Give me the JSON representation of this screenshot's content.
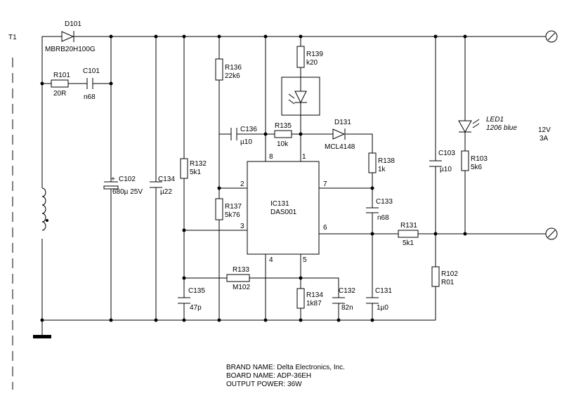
{
  "transformer": {
    "label": "T1"
  },
  "components": {
    "D101": {
      "ref": "D101",
      "value": "MBRB20H100G"
    },
    "R101": {
      "ref": "R101",
      "value": "20R"
    },
    "C101": {
      "ref": "C101",
      "value": "n68"
    },
    "C102": {
      "ref": "C102",
      "value": "680µ 25V",
      "polarity": "+"
    },
    "C134": {
      "ref": "C134",
      "value": "µ22"
    },
    "R132": {
      "ref": "R132",
      "value": "5k1"
    },
    "R136": {
      "ref": "R136",
      "value": "22k6"
    },
    "R137": {
      "ref": "R137",
      "value": "5k76"
    },
    "C136": {
      "ref": "C136",
      "value": "µ10"
    },
    "R135": {
      "ref": "R135",
      "value": "10k"
    },
    "R139": {
      "ref": "R139",
      "value": "k20"
    },
    "D131": {
      "ref": "D131",
      "value": "MCL4148"
    },
    "R138": {
      "ref": "R138",
      "value": "1k"
    },
    "C133": {
      "ref": "C133",
      "value": "n68"
    },
    "R131": {
      "ref": "R131",
      "value": "5k1"
    },
    "C103": {
      "ref": "C103",
      "value": "µ10"
    },
    "LED1": {
      "ref": "LED1",
      "value": "1206 blue"
    },
    "R103": {
      "ref": "R103",
      "value": "5k6"
    },
    "R102": {
      "ref": "R102",
      "value": "R01"
    },
    "R133": {
      "ref": "R133",
      "value": "M102"
    },
    "R134": {
      "ref": "R134",
      "value": "1k87"
    },
    "C132": {
      "ref": "C132",
      "value": "82n"
    },
    "C131": {
      "ref": "C131",
      "value": "1µ0"
    },
    "C135": {
      "ref": "C135",
      "value": "47p"
    }
  },
  "ic": {
    "ref": "IC131",
    "part": "DAS001",
    "pins": {
      "p1": "1",
      "p2": "2",
      "p3": "3",
      "p4": "4",
      "p5": "5",
      "p6": "6",
      "p7": "7",
      "p8": "8"
    }
  },
  "output": {
    "voltage": "12V",
    "current": "3A"
  },
  "footer": {
    "brand": "BRAND NAME: Delta Electronics, Inc.",
    "board": "BOARD NAME: ADP-36EH",
    "power": "OUTPUT POWER: 36W"
  },
  "colors": {
    "ink": "#000000",
    "background": "#ffffff"
  }
}
